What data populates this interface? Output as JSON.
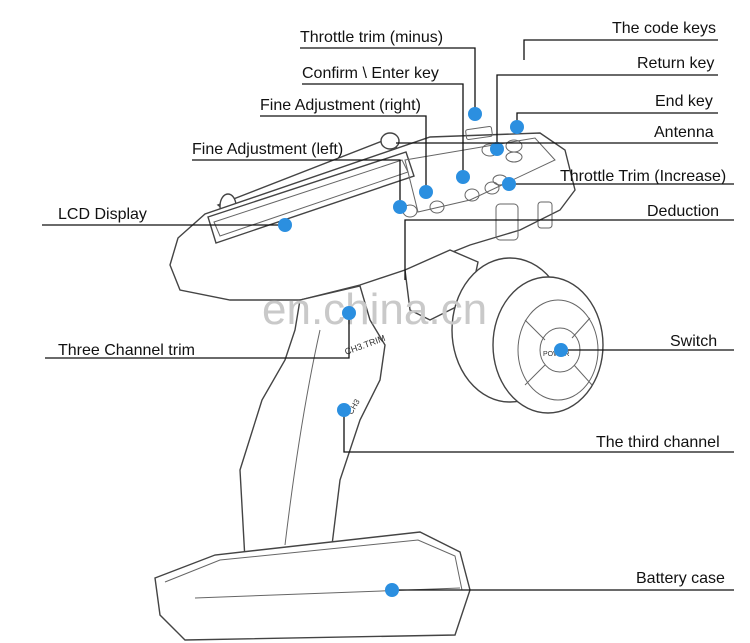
{
  "watermark": "en.china.cn",
  "device_labels": {
    "ch3_trim": "CH3.TRIM",
    "ch3": "CH3",
    "power": "POWER"
  },
  "labels": {
    "code_keys": "The code keys",
    "throttle_trim_minus": "Throttle trim (minus)",
    "return_key": "Return key",
    "confirm_enter": "Confirm \\ Enter key",
    "end_key": "End key",
    "fine_adj_right": "Fine Adjustment (right)",
    "antenna": "Antenna",
    "fine_adj_left": "Fine Adjustment (left)",
    "throttle_trim_increase": "Throttle Trim (Increase)",
    "lcd_display": "LCD Display",
    "deduction": "Deduction",
    "three_channel_trim": "Three Channel trim",
    "switch": "Switch",
    "third_channel": "The third channel",
    "battery_case": "Battery case"
  },
  "colors": {
    "callout_dot": "#2b8fe0",
    "line": "#111111"
  }
}
